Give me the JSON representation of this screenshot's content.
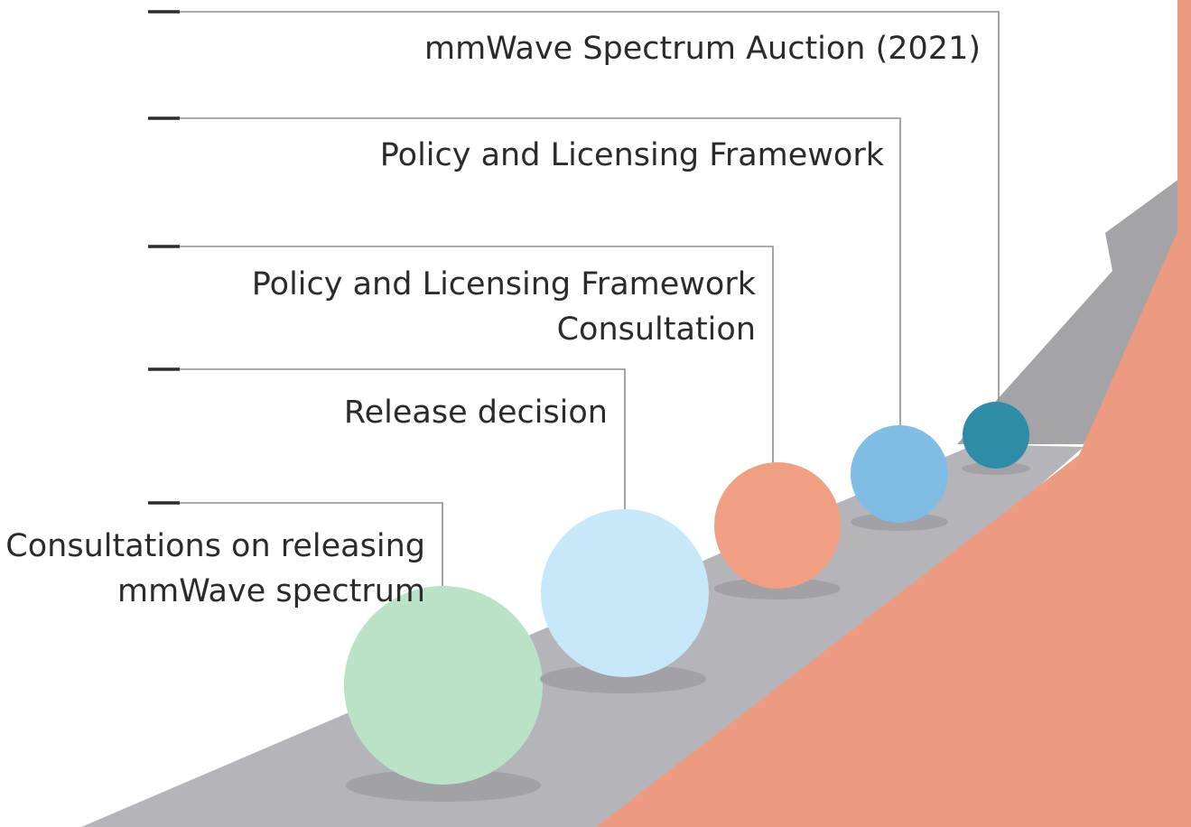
{
  "milestones": [
    {
      "id": "consultations",
      "lines": [
        "Consultations on releasing",
        "mmWave spectrum"
      ],
      "color": "#b9e2c6"
    },
    {
      "id": "release",
      "lines": [
        "Release decision"
      ],
      "color": "#c6e8f9"
    },
    {
      "id": "framework-consultation",
      "lines": [
        "Policy and Licensing Framework",
        "Consultation"
      ],
      "color": "#f19f83"
    },
    {
      "id": "framework",
      "lines": [
        "Policy and Licensing Framework"
      ],
      "color": "#7fbde5"
    },
    {
      "id": "auction",
      "lines": [
        "mmWave Spectrum Auction (2021)"
      ],
      "color": "#2e8ca6"
    }
  ],
  "colors": {
    "ramp": "#b5b5b9",
    "arrow": "#a3a3a8",
    "mountain": "#ec9a80",
    "line": "#8e8e8e",
    "tick": "#2b2b2b",
    "shadow": "#a2a2a6"
  }
}
